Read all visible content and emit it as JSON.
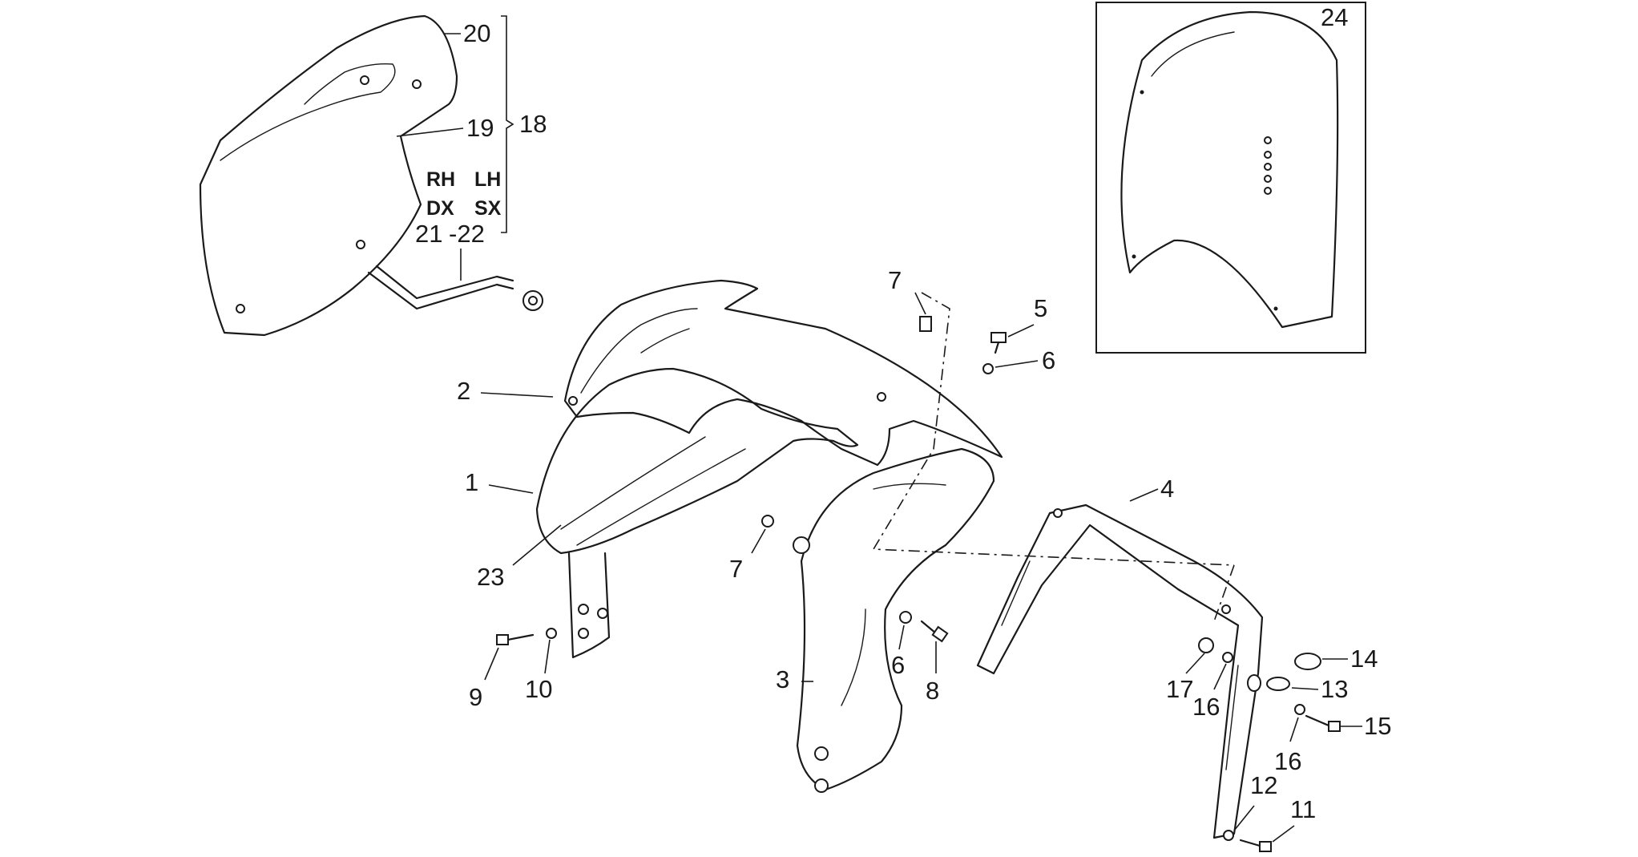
{
  "callouts": {
    "c1": "1",
    "c2": "2",
    "c3": "3",
    "c4": "4",
    "c5": "5",
    "c6a": "6",
    "c6b": "6",
    "c7a": "7",
    "c7b": "7",
    "c8": "8",
    "c9": "9",
    "c10": "10",
    "c11": "11",
    "c12": "12",
    "c13": "13",
    "c14": "14",
    "c15": "15",
    "c16a": "16",
    "c16b": "16",
    "c17": "17",
    "c18": "18",
    "c19": "19",
    "c20": "20",
    "c21": "21",
    "c22": "-22",
    "c23": "23",
    "c24": "24"
  },
  "side_labels": {
    "rh": "RH",
    "lh": "LH",
    "dx": "DX",
    "sx": "SX"
  }
}
